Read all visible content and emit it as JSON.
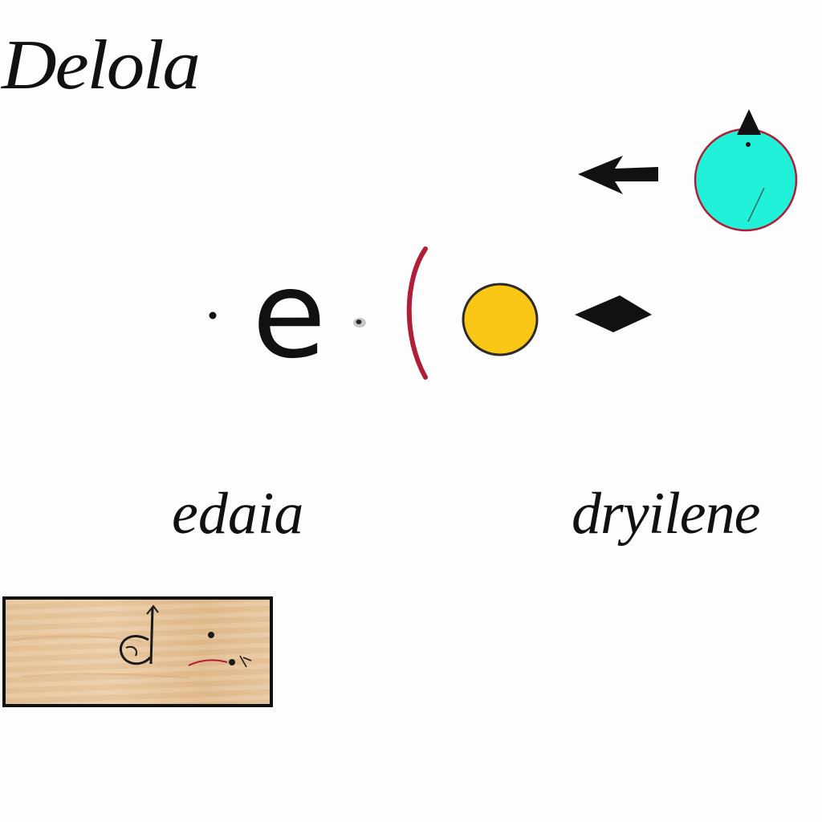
{
  "title": "Delola",
  "center_glyph": "e",
  "labels": {
    "left": "edaia",
    "right": "dryilene"
  },
  "icons": {
    "top_arrow": "left-arrow-icon",
    "teal_circle": "teal-circle-icon",
    "yellow_circle": "yellow-circle-icon",
    "diamond": "diamond-icon",
    "bracket": "open-paren-icon"
  },
  "colors": {
    "teal": "#21f1d9",
    "yellow": "#fbc716",
    "crimson": "#b01e37",
    "wood": "#e7c49a",
    "ink": "#111111"
  }
}
